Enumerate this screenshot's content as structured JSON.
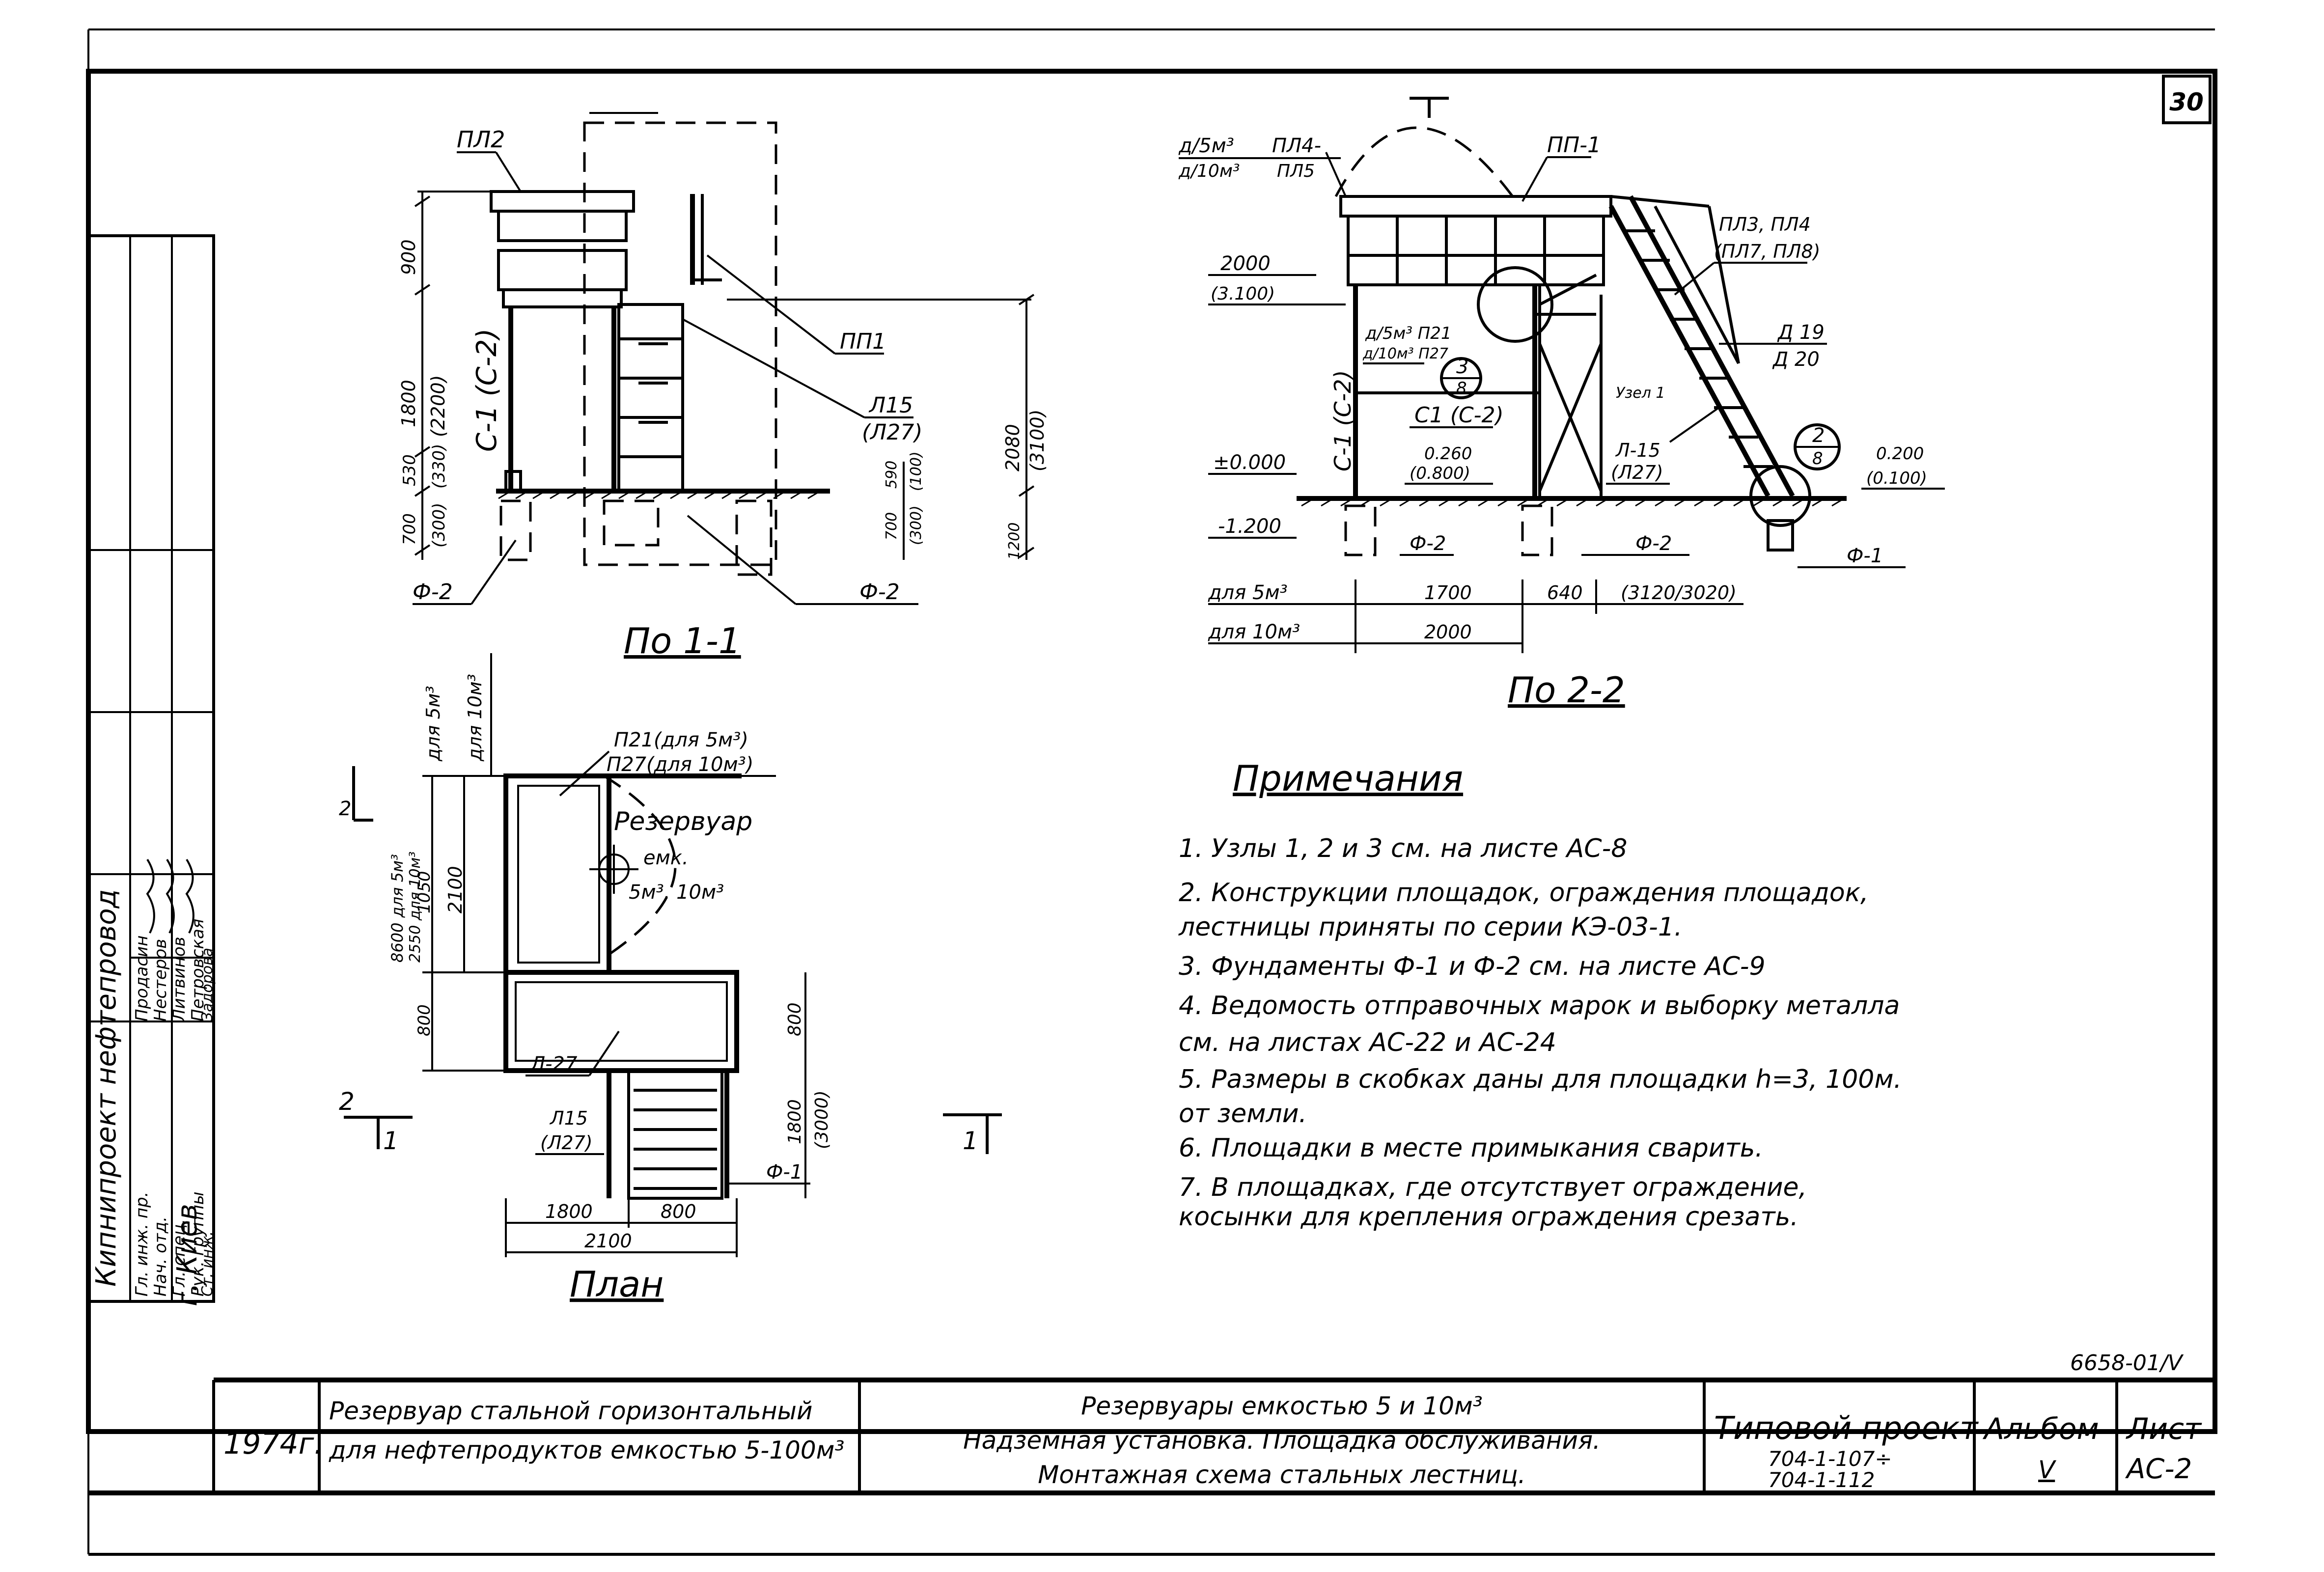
{
  "sheet_number": "30",
  "section_1": {
    "title": "По 1-1",
    "platform_label": "ПЛ2",
    "ladder_label": "ПП1",
    "ladder_l": "Л15",
    "ladder_l_alt": "(Л27)",
    "column_label": "С-1 (С-2)",
    "dims_left": [
      "900",
      "1800",
      "(2200)",
      "530",
      "(330)",
      "700",
      "(300)"
    ],
    "dims_right": [
      "2080",
      "(3100)",
      "590",
      "(100)",
      "700",
      "(300)",
      "1200"
    ],
    "footing_left": "Ф-2",
    "footing_right": "Ф-2"
  },
  "section_2": {
    "title": "По 2-2",
    "vessel_5": "д/5м³",
    "vessel_10": "д/10м³",
    "pl4": "ПЛ4-",
    "pl5": "ПЛ5",
    "pp1": "ПП-1",
    "pl3": "ПЛ3, ПЛ4",
    "pl3_alt": "(ПЛ7, ПЛ8)",
    "d19": "Д 19",
    "d20": "Д 20",
    "elev_2000": "2000",
    "elev_3100": "(3.100)",
    "p21_5": "д/5м³ П21",
    "p27_10": "д/10м³ П27",
    "node_3": "3",
    "node_3_sheet": "8",
    "column": "С1 (С-2)",
    "col_vert": "С-1 (С-2)",
    "elev_0260": "0.260",
    "elev_0800": "(0.800)",
    "elev_0000": "±0.000",
    "elev_1200": "-1.200",
    "l15": "Л-15",
    "l27": "(Л27)",
    "node_2": "2",
    "node_2_sheet": "8",
    "elev_0200": "0.200",
    "elev_0100": "(0.100)",
    "f2a": "Ф-2",
    "f2b": "Ф-2",
    "f1": "Ф-1",
    "row_5": "для 5м³",
    "row_10": "для 10м³",
    "dim_1700": "1700",
    "dim_640": "640",
    "dim_3120": "(3120/3020)",
    "dim_2000": "2000",
    "node_1": "Узел 1"
  },
  "plan": {
    "title": "План",
    "label_5": "для 5м³",
    "label_10": "для 10м³",
    "p21": "П21(для 5м³)",
    "p27": "П27(для 10м³)",
    "tank_word": "Резервуар",
    "tank_cap": "емк.",
    "tank_vol": "5м³, 10м³",
    "dim_8600": "8600 для 5м³",
    "dim_2550": "2550 для 10м³",
    "dim_1050": "1050",
    "dim_2100": "2100",
    "dim_800l": "800",
    "dim_800r": "800",
    "dim_1800": "1800",
    "dim_3000": "(3000)",
    "l27": "Л-27",
    "l15": "Л15",
    "l15_alt": "(Л27)",
    "f1": "Ф-1",
    "dim_b1800": "1800",
    "dim_b800": "800",
    "dim_b2100": "2100",
    "cut_2": "2",
    "cut_1l": "1",
    "cut_1r": "1",
    "cut_2top": "2"
  },
  "notes": {
    "title": "Примечания",
    "items": [
      "1. Узлы 1, 2 и 3 см. на листе АС-8",
      "2. Конструкции площадок, ограждения площадок,",
      "    лестницы приняты по серии КЭ-03-1.",
      "3. Фундаменты Ф-1 и Ф-2 см. на листе АС-9",
      "4. Ведомость отправочных марок и выборку металла",
      "    см. на листах АС-22 и АС-24",
      "5. Размеры в скобках даны для площадки h=3, 100м.",
      "    от земли.",
      "6. Площадки в месте примыкания сварить.",
      "7. В площадках, где отсутствует ограждение,",
      "    косынки для крепления ограждения срезать."
    ]
  },
  "side_stamp": {
    "org": "Кипнипроект нефтепровод",
    "city": "г. Киев",
    "rows": [
      [
        "Гл. инж. пр.",
        "",
        "Продасин"
      ],
      [
        "Нач. отд.",
        "",
        "Нестеров"
      ],
      [
        "Гл. спец.",
        "",
        "Литвинов"
      ],
      [
        "Рук. группы",
        "",
        "Петровская"
      ],
      [
        "Ст. инж.",
        "",
        "Задорова"
      ]
    ]
  },
  "title_block": {
    "code": "6658-01/V",
    "year": "1974г.",
    "project_line1": "Резервуар стальной горизонтальный",
    "project_line2": "для нефтепродуктов емкостью 5-100м³",
    "desc_line1": "Резервуары емкостью 5 и 10м³",
    "desc_line2": "Надземная установка. Площадка обслуживания.",
    "desc_line3": "Монтажная схема стальных лестниц.",
    "typical_label": "Типовой проект",
    "typical_num1": "704-1-107÷",
    "typical_num2": "704-1-112",
    "album_label": "Альбом",
    "album_value": "V",
    "sheet_label": "Лист",
    "sheet_value": "АС-2"
  }
}
